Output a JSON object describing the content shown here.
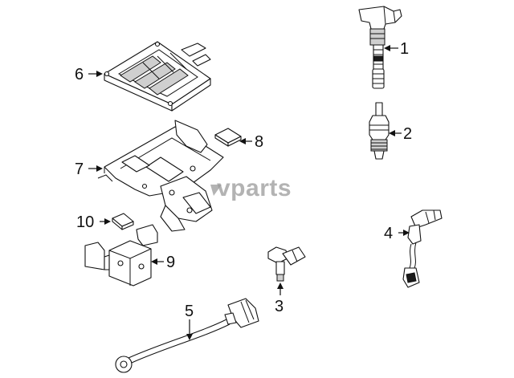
{
  "watermark": {
    "text": "vparts"
  },
  "callouts": [
    {
      "id": "1",
      "label": "1"
    },
    {
      "id": "2",
      "label": "2"
    },
    {
      "id": "3",
      "label": "3"
    },
    {
      "id": "4",
      "label": "4"
    },
    {
      "id": "5",
      "label": "5"
    },
    {
      "id": "6",
      "label": "6"
    },
    {
      "id": "7",
      "label": "7"
    },
    {
      "id": "8",
      "label": "8"
    },
    {
      "id": "9",
      "label": "9"
    },
    {
      "id": "10",
      "label": "10"
    }
  ],
  "colors": {
    "line": "#111111",
    "watermark": "#9a9a9a",
    "background": "#ffffff"
  }
}
